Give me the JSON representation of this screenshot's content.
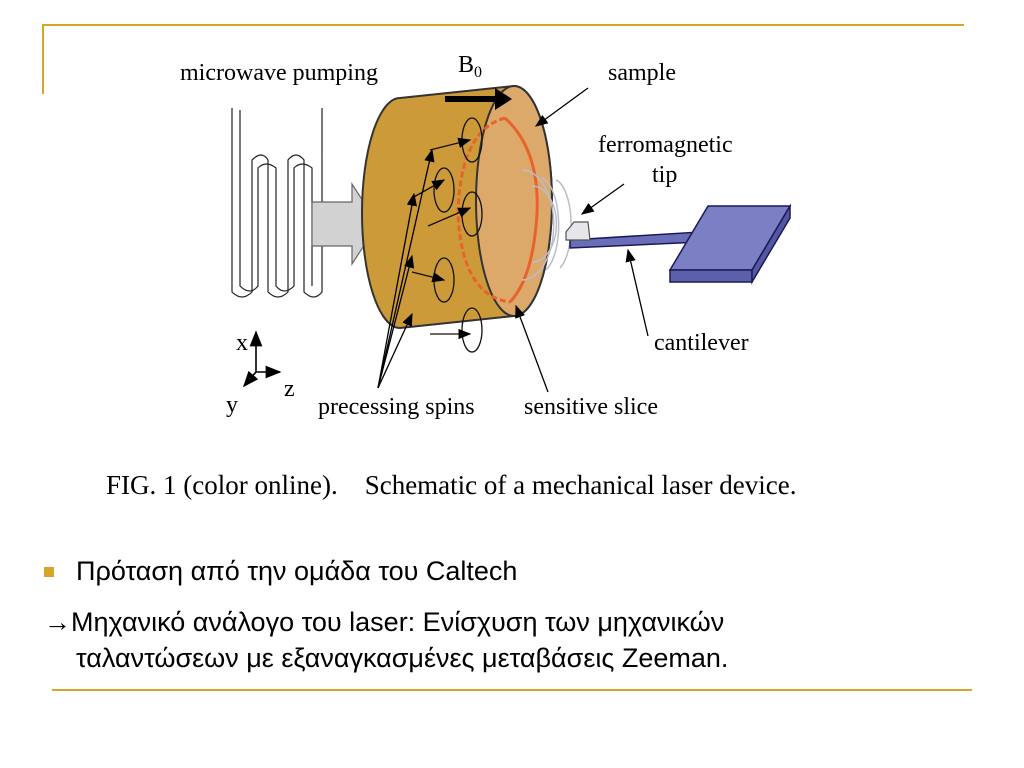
{
  "diagram": {
    "labels": {
      "microwave": "microwave pumping",
      "b0": "B",
      "b0_sub": "0",
      "sample": "sample",
      "ferro_line1": "ferromagnetic",
      "ferro_line2": "tip",
      "cantilever": "cantilever",
      "axis_x": "x",
      "axis_y": "y",
      "axis_z": "z",
      "precessing": "precessing spins",
      "sensitive": "sensitive slice"
    },
    "colors": {
      "cylinder": "#cd9a3a",
      "face": "#dca96a",
      "slice": "#e8622c",
      "cantilever": "#7b7fc4",
      "frame": "#d4a62a"
    }
  },
  "caption": "FIG. 1 (color online).    Schematic of a mechanical laser device.",
  "bullets": [
    {
      "text": "Πρόταση από την ομάδα του Caltech"
    }
  ],
  "arrow_point": {
    "symbol": "→",
    "line1": "Μηχανικό ανάλογο του laser: Ενίσχυση των μηχανικών",
    "line2": "ταλαντώσεων με εξαναγκασμένες μεταβάσεις Zeeman."
  }
}
